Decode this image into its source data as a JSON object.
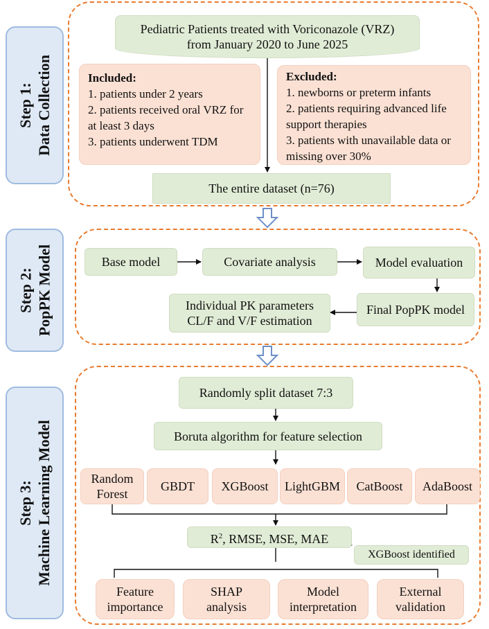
{
  "step1": {
    "line1": "Step 1:",
    "line2": "Data Collection"
  },
  "step2": {
    "line1": "Step 2:",
    "line2": "PopPK Model"
  },
  "step3": {
    "line1": "Step 3:",
    "line2": "Machine Learning Model"
  },
  "population": {
    "line1": "Pediatric Patients treated with Voriconazole (VRZ)",
    "line2": "from January 2020 to June 2025"
  },
  "included": {
    "title": "Included:",
    "items": [
      "1. patients under 2 years",
      "2. patients received oral VRZ for at least 3 days",
      "3. patients underwent TDM"
    ]
  },
  "excluded": {
    "title": "Excluded:",
    "items": [
      "1. newborns or preterm infants",
      "2. patients requiring advanced life support therapies",
      "3. patients with unavailable data or missing over 30%"
    ]
  },
  "dataset": "The entire dataset (n=76)",
  "popk": {
    "base": "Base model",
    "covariate": "Covariate analysis",
    "evaluation": "Model evaluation",
    "final": "Final PopPK model",
    "individual_line1": "Individual PK parameters",
    "individual_line2": "CL/F and V/F estimation"
  },
  "ml": {
    "split": "Randomly split dataset 7:3",
    "boruta": "Boruta algorithm for feature selection",
    "models": [
      "Random Forest",
      "GBDT",
      "XGBoost",
      "LightGBM",
      "CatBoost",
      "AdaBoost"
    ],
    "metrics_r": "R",
    "metrics_sup": "2",
    "metrics_rest": ", RMSE, MSE, MAE",
    "identified": "XGBoost identified",
    "outputs": [
      {
        "line1": "Feature",
        "line2": "importance"
      },
      {
        "line1": "SHAP",
        "line2": "analysis"
      },
      {
        "line1": "Model",
        "line2": "interpretation"
      },
      {
        "line1": "External",
        "line2": "validation"
      }
    ]
  },
  "colors": {
    "panel_border": "#e87b2e",
    "green_box": "#e1ecd6",
    "peach_box": "#fbe1d4",
    "step_box": "#dfe9f5",
    "step_border": "#9fbbe0"
  }
}
